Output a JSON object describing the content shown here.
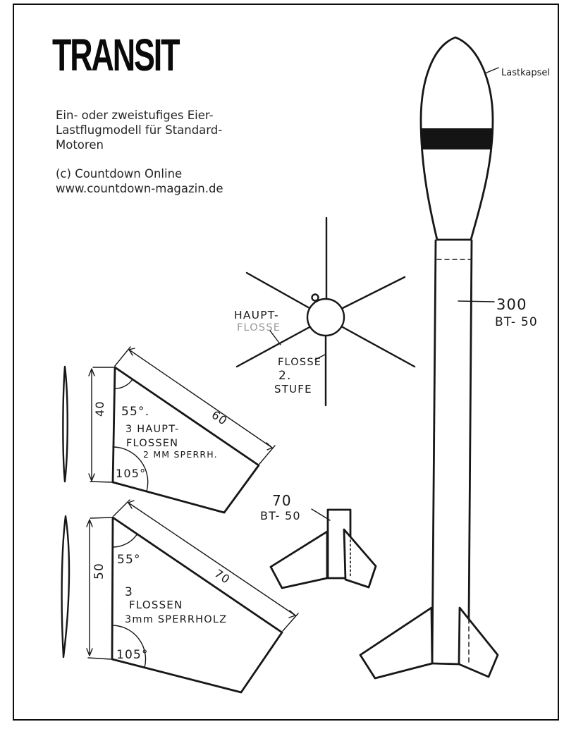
{
  "header": {
    "title": "TRANSIT",
    "subtitle_lines": [
      "Ein- oder zweistufiges Eier-",
      "Lastflugmodell für Standard-",
      "Motoren"
    ],
    "credit_lines": [
      "(c) Countdown Online",
      "www.countdown-magazin.de"
    ]
  },
  "rocket": {
    "capsule_label": "Lastkapsel",
    "body_length_dim": "300",
    "body_tube_label": "BT- 50"
  },
  "fin_arrangement": {
    "main_fin_label_line1": "HAUPT-",
    "main_fin_label_line2": "FLOSSE",
    "stage2_fin_label_line1": "FLOSSE",
    "stage2_fin_label_line2": "2.",
    "stage2_fin_label_line3": "STUFE"
  },
  "main_fin_template": {
    "root_dim": "40",
    "leading_edge_dim": "60",
    "tip_angle": "55°.",
    "root_angle": "105°",
    "note_line1": "3 HAUPT-",
    "note_line2": "FLOSSEN",
    "note_line3": "2 MM SPERRH."
  },
  "stage2_fin_template": {
    "root_dim": "50",
    "leading_edge_dim": "70",
    "tip_angle": "55°",
    "root_angle": "105°",
    "note_line1": "3",
    "note_line2": "FLOSSEN",
    "note_line3": "3mm SPERRHOLZ"
  },
  "booster_stage": {
    "length_dim": "70",
    "tube_label": "BT- 50"
  },
  "colors": {
    "ink": "#171717",
    "paper": "#ffffff"
  }
}
